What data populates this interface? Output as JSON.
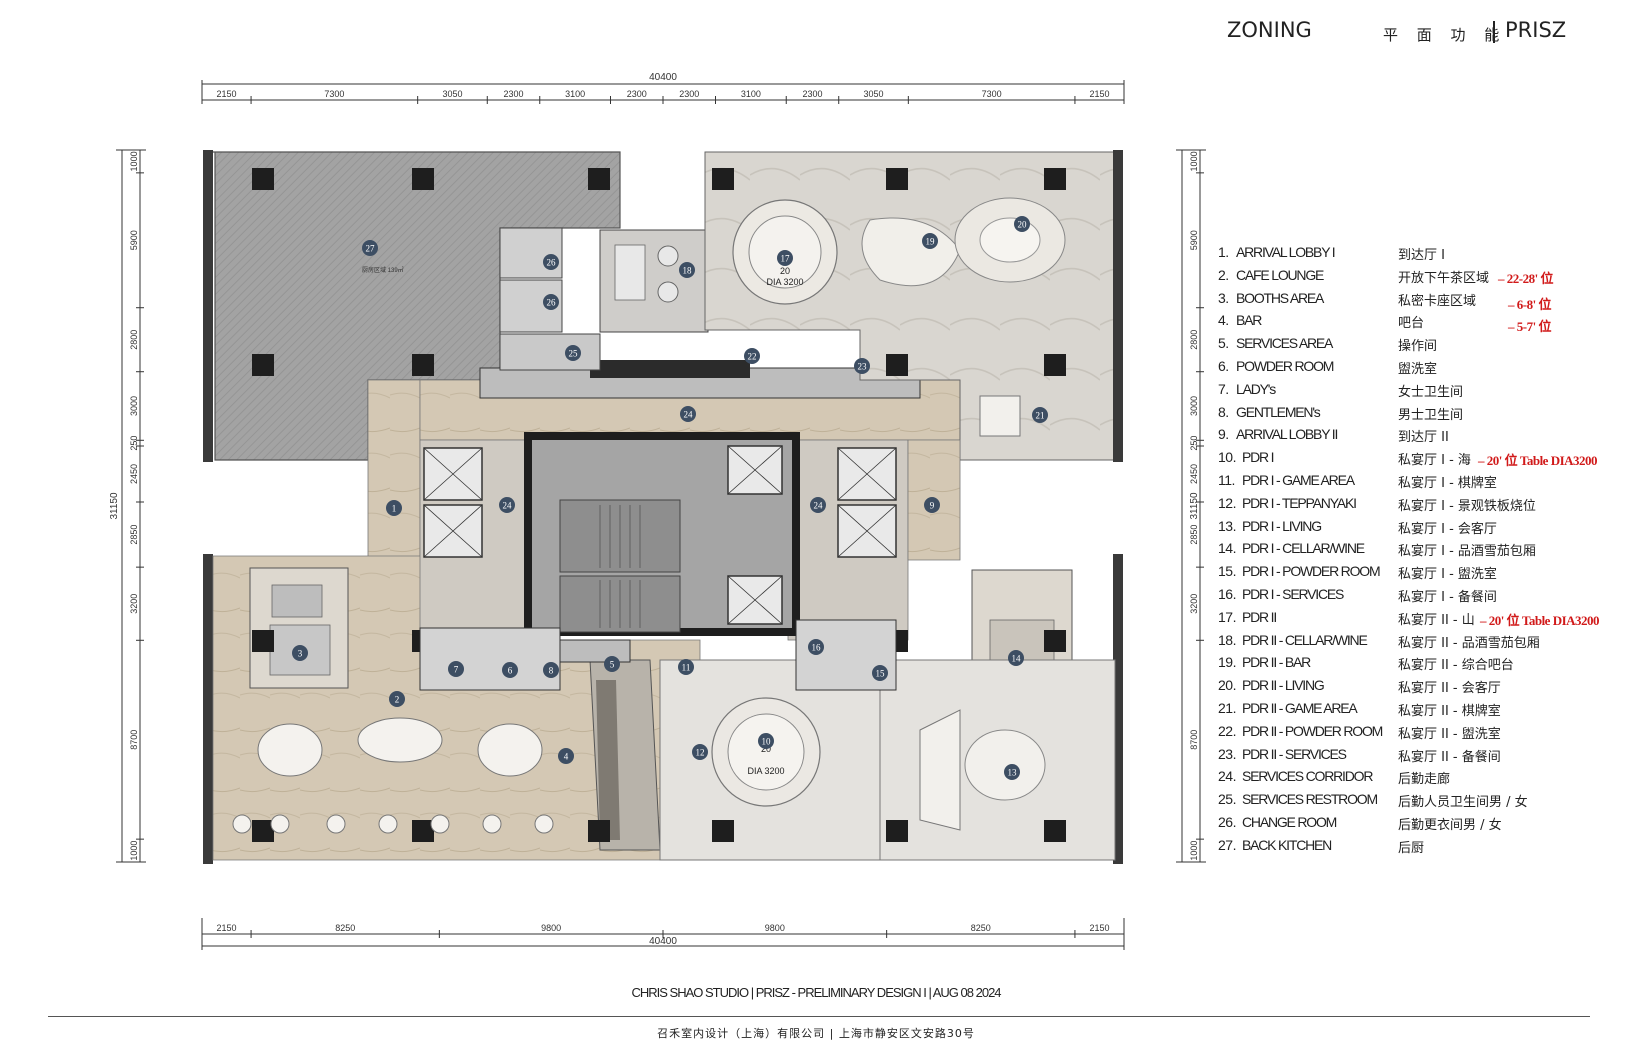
{
  "header": {
    "zoning": "ZONING",
    "cn_title": "平 面 功 能",
    "brand": "PRISZ"
  },
  "dimensions": {
    "top_total": "40400",
    "top_segments": [
      "2150",
      "7300",
      "3050",
      "2300",
      "3100",
      "2300",
      "2300",
      "3100",
      "2300",
      "3050",
      "7300",
      "2150"
    ],
    "bottom_total": "40400",
    "bottom_segments": [
      "2150",
      "8250",
      "9800",
      "9800",
      "8250",
      "2150"
    ],
    "side_total": "31150",
    "side_segments": [
      "1000",
      "5900",
      "2800",
      "3000",
      "250",
      "2450",
      "2850",
      "3200",
      "8700",
      "1000"
    ]
  },
  "plan_labels": {
    "area_27_note": "厨房区域 139㎡",
    "table_10": "DIA 3200",
    "table_10_seats": "20",
    "table_17": "DIA 3200",
    "table_17_seats": "20"
  },
  "markers": [
    "1",
    "2",
    "3",
    "4",
    "5",
    "6",
    "7",
    "8",
    "9",
    "10",
    "11",
    "12",
    "13",
    "14",
    "15",
    "16",
    "17",
    "18",
    "19",
    "20",
    "21",
    "22",
    "23",
    "24",
    "25",
    "26",
    "27"
  ],
  "legend": [
    {
      "num": "1.",
      "en": "ARRIVAL LOBBY I",
      "cn": "到达厅 I",
      "note": ""
    },
    {
      "num": "2.",
      "en": "CAFE LOUNGE",
      "cn": "开放下午茶区域",
      "note": "– 22-28' 位"
    },
    {
      "num": "3.",
      "en": "BOOTHS AREA",
      "cn": "私密卡座区域",
      "note": "– 6-8' 位"
    },
    {
      "num": "4.",
      "en": "BAR",
      "cn": "吧台",
      "note": "– 5-7' 位"
    },
    {
      "num": "5.",
      "en": "SERVICES AREA",
      "cn": "操作间",
      "note": ""
    },
    {
      "num": "6.",
      "en": "POWDER ROOM",
      "cn": "盥洗室",
      "note": ""
    },
    {
      "num": "7.",
      "en": "LADY's",
      "cn": "女士卫生间",
      "note": ""
    },
    {
      "num": "8.",
      "en": "GENTLEMEN's",
      "cn": "男士卫生间",
      "note": ""
    },
    {
      "num": "9.",
      "en": "ARRIVAL LOBBY II",
      "cn": "到达厅 II",
      "note": ""
    },
    {
      "num": "10.",
      "en": "PDR I",
      "cn": "私宴厅 I - 海",
      "note": "– 20' 位 Table DIA3200"
    },
    {
      "num": "11.",
      "en": "PDR I - GAME AREA",
      "cn": "私宴厅 I - 棋牌室",
      "note": ""
    },
    {
      "num": "12.",
      "en": "PDR I - TEPPANYAKI",
      "cn": "私宴厅 I - 景观铁板烧位",
      "note": ""
    },
    {
      "num": "13.",
      "en": "PDR I - LIVING",
      "cn": "私宴厅 I - 会客厅",
      "note": ""
    },
    {
      "num": "14.",
      "en": "PDR I - CELLAR/WINE",
      "cn": "私宴厅 I - 品酒雪茄包厢",
      "note": ""
    },
    {
      "num": "15.",
      "en": "PDR I - POWDER ROOM",
      "cn": "私宴厅 I - 盥洗室",
      "note": ""
    },
    {
      "num": "16.",
      "en": "PDR I - SERVICES",
      "cn": "私宴厅 I - 备餐间",
      "note": ""
    },
    {
      "num": "17.",
      "en": "PDR II",
      "cn": "私宴厅 II - 山",
      "note": "– 20' 位 Table DIA3200"
    },
    {
      "num": "18.",
      "en": "PDR II - CELLAR/WINE",
      "cn": "私宴厅 II - 品酒雪茄包厢",
      "note": ""
    },
    {
      "num": "19.",
      "en": "PDR II - BAR",
      "cn": "私宴厅 II - 综合吧台",
      "note": ""
    },
    {
      "num": "20.",
      "en": "PDR II - LIVING",
      "cn": "私宴厅 II - 会客厅",
      "note": ""
    },
    {
      "num": "21.",
      "en": "PDR II - GAME AREA",
      "cn": "私宴厅 II - 棋牌室",
      "note": ""
    },
    {
      "num": "22.",
      "en": "PDR II - POWDER ROOM",
      "cn": "私宴厅 II - 盥洗室",
      "note": ""
    },
    {
      "num": "23.",
      "en": "PDR II - SERVICES",
      "cn": "私宴厅 II - 备餐间",
      "note": ""
    },
    {
      "num": "24.",
      "en": "SERVICES CORRIDOR",
      "cn": "后勤走廊",
      "note": ""
    },
    {
      "num": "25.",
      "en": "SERVICES RESTROOM",
      "cn": "后勤人员卫生间男 / 女",
      "note": ""
    },
    {
      "num": "26.",
      "en": "CHANGE ROOM",
      "cn": "后勤更衣间男 / 女",
      "note": ""
    },
    {
      "num": "27.",
      "en": "BACK KITCHEN",
      "cn": "后厨",
      "note": ""
    }
  ],
  "footer": {
    "line1": "CHRIS SHAO STUDIO  | PRISZ - PRELIMINARY DESIGN I | AUG 08 2024",
    "line2": "召禾室内设计（上海）有限公司   |   上海市静安区文安路30号"
  },
  "colors": {
    "marble": "#e6e1d8",
    "wood": "#cfc2ad",
    "core": "#9a9a9a",
    "wall": "#2b2b2b",
    "kitchen": "#9c9c9c",
    "marker": "#3d4e63",
    "note_red": "#d11a1a"
  }
}
